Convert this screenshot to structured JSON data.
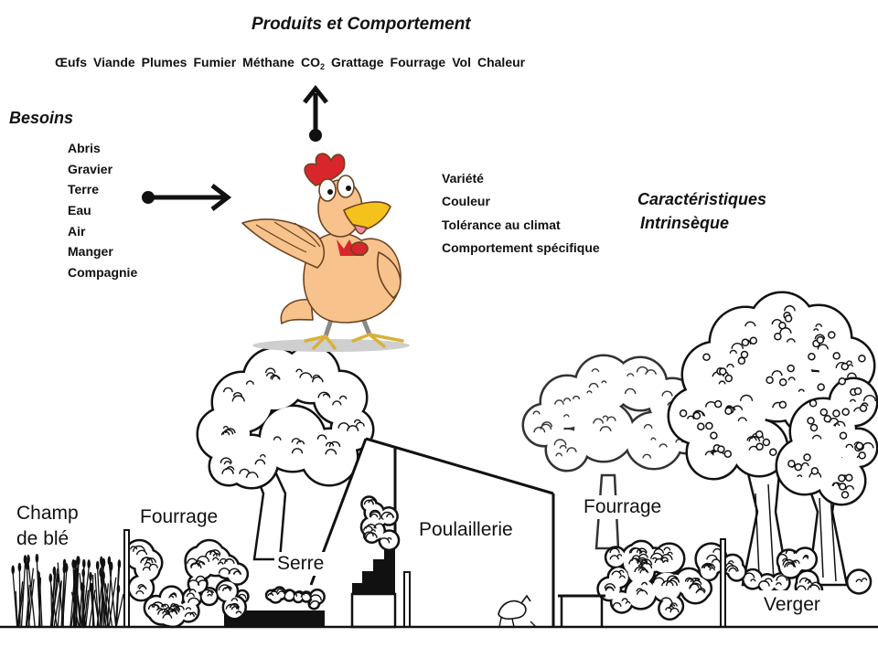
{
  "products": {
    "title": "Produits et Comportement",
    "items": [
      {
        "text": "Œufs"
      },
      {
        "text": "Viande"
      },
      {
        "text": "Plumes"
      },
      {
        "text": "Fumier"
      },
      {
        "text": "Méthane"
      },
      {
        "text": "CO",
        "sub": "2"
      },
      {
        "text": "Grattage"
      },
      {
        "text": "Fourrage"
      },
      {
        "text": "Vol"
      },
      {
        "text": "Chaleur"
      }
    ]
  },
  "needs": {
    "title": "Besoins",
    "items": [
      "Abris",
      "Gravier",
      "Terre",
      "Eau",
      "Air",
      "Manger",
      "Compagnie"
    ]
  },
  "characteristics": {
    "title_line1": "Caractéristiques",
    "title_line2": "Intrinsèque",
    "items": [
      "Variété",
      "Couleur",
      "Tolérance au climat",
      "Comportement spécifique"
    ]
  },
  "landscape": {
    "wheat_line1": "Champ",
    "wheat_line2": "de blé",
    "forage_left": "Fourrage",
    "greenhouse": "Serre",
    "henhouse": "Poulaillerie",
    "forage_right": "Fourrage",
    "orchard": "Verger"
  },
  "colors": {
    "ink": "#111111",
    "chicken_body": "#f7c28c",
    "chicken_comb": "#d9262c",
    "chicken_beak": "#f4c21b",
    "chicken_tongue": "#f08aa0",
    "shadow": "#cfcfcf"
  }
}
